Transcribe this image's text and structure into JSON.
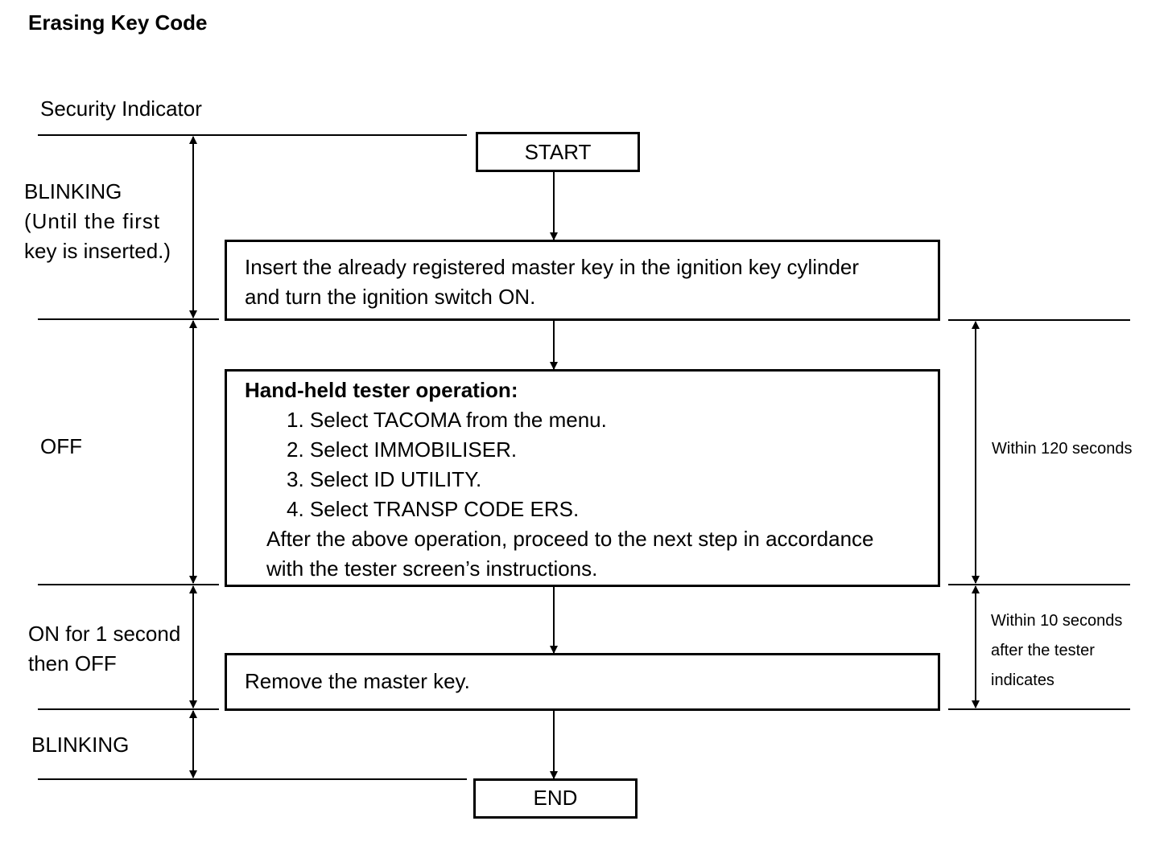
{
  "title": "Erasing Key Code",
  "indicator_header": "Security Indicator",
  "phases": {
    "blinking_1": [
      "BLINKING",
      "(Until the first",
      "key is inserted.)"
    ],
    "off": "OFF",
    "on_then_off": [
      "ON for 1 second",
      "then OFF"
    ],
    "blinking_2": "BLINKING"
  },
  "flow": {
    "start": "START",
    "step1": [
      "Insert the already registered master key in the ignition key cylinder",
      "and turn the ignition switch ON."
    ],
    "step2": {
      "title": "Hand-held  tester operation:",
      "items": [
        "1. Select TACOMA from the menu.",
        "2. Select IMMOBILISER.",
        "3. Select ID UTILITY.",
        "4. Select TRANSP CODE ERS."
      ],
      "note": [
        "After the above operation, proceed to the next step in accordance",
        "with the tester screen’s instructions."
      ]
    },
    "step3": "Remove the master key.",
    "end": "END"
  },
  "timing": {
    "t1": "Within 120 seconds",
    "t2": [
      "Within 10 seconds",
      "after the tester",
      "indicates"
    ]
  },
  "colors": {
    "ink": "#000000",
    "background": "#ffffff"
  }
}
